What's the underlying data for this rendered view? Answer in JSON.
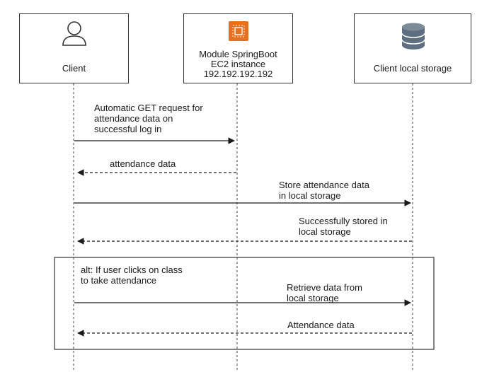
{
  "participants": {
    "client": {
      "label": "Client",
      "icon": "user-icon"
    },
    "server": {
      "label": "Module SpringBoot\nEC2 instance\n192.192.192.192",
      "icon": "aws-ec2-icon",
      "icon_color": "#e8701a"
    },
    "storage": {
      "label": "Client local storage",
      "icon": "database-icon",
      "icon_color": "#5e6f82"
    }
  },
  "messages": [
    {
      "text": "Automatic GET request for\nattendance data on\nsuccessful log in",
      "from": "client",
      "to": "server",
      "style": "solid"
    },
    {
      "text": "attendance data",
      "from": "server",
      "to": "client",
      "style": "dashed"
    },
    {
      "text": "Store attendance data\nin local storage",
      "from": "client",
      "to": "storage",
      "style": "solid"
    },
    {
      "text": "Successfully stored in\nlocal storage",
      "from": "storage",
      "to": "client",
      "style": "dashed"
    }
  ],
  "alt_frame": {
    "label": "alt: If user clicks on class\nto take attendance",
    "messages": [
      {
        "text": "Retrieve data from\nlocal storage",
        "from": "client",
        "to": "storage",
        "style": "solid"
      },
      {
        "text": "Attendance data",
        "from": "storage",
        "to": "client",
        "style": "dashed"
      }
    ]
  }
}
